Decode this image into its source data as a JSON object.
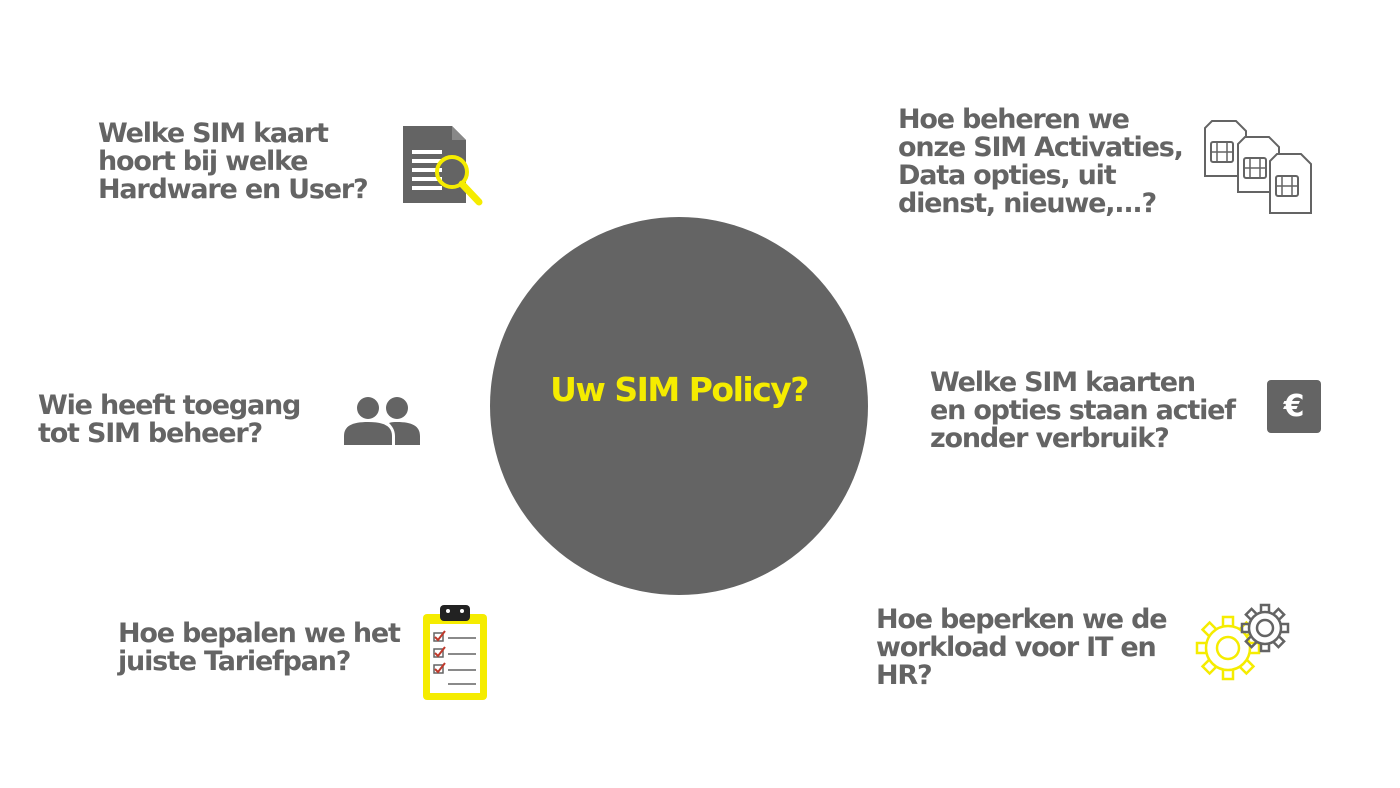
{
  "center": {
    "title": "Uw SIM Policy?"
  },
  "colors": {
    "text_gray": "#646464",
    "accent_yellow": "#f5ec00",
    "background": "#ffffff"
  },
  "questions": [
    {
      "id": "sim-hardware-user",
      "icon": "document-search-icon",
      "lines": [
        "Welke SIM kaart",
        "hoort bij welke",
        "Hardware en User?"
      ]
    },
    {
      "id": "sim-activations",
      "icon": "sim-cards-icon",
      "lines": [
        "Hoe beheren we",
        "onze SIM Activaties,",
        "Data opties, uit",
        "dienst, nieuwe,...?"
      ]
    },
    {
      "id": "access",
      "icon": "users-icon",
      "lines": [
        "Wie heeft toegang",
        "tot SIM beheer?"
      ]
    },
    {
      "id": "inactive-sims",
      "icon": "euro-icon",
      "lines": [
        "Welke SIM kaarten",
        "en opties staan actief",
        "zonder verbruik?"
      ]
    },
    {
      "id": "tariff-plan",
      "icon": "clipboard-checklist-icon",
      "lines": [
        "Hoe bepalen we het",
        "juiste Tariefpan?"
      ]
    },
    {
      "id": "workload",
      "icon": "gears-icon",
      "lines": [
        "Hoe beperken we de",
        "workload voor IT en",
        "HR?"
      ]
    }
  ],
  "euro_symbol": "€"
}
